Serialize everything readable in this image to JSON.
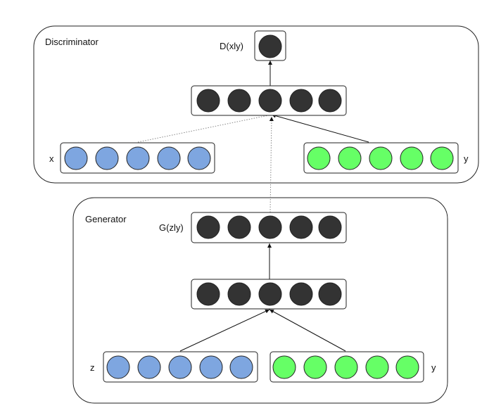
{
  "discriminator": {
    "title": "Discriminator",
    "output_label": "D(xly)",
    "x_label": "x",
    "y_label": "y"
  },
  "generator": {
    "title": "Generator",
    "output_label": "G(zly)",
    "z_label": "z",
    "y_label": "y"
  },
  "colors": {
    "hidden_unit": "#333333",
    "x_z_unit": "#7ea6e0",
    "y_unit": "#66ff66",
    "outline": "#222222",
    "box_fill": "#ffffff"
  }
}
